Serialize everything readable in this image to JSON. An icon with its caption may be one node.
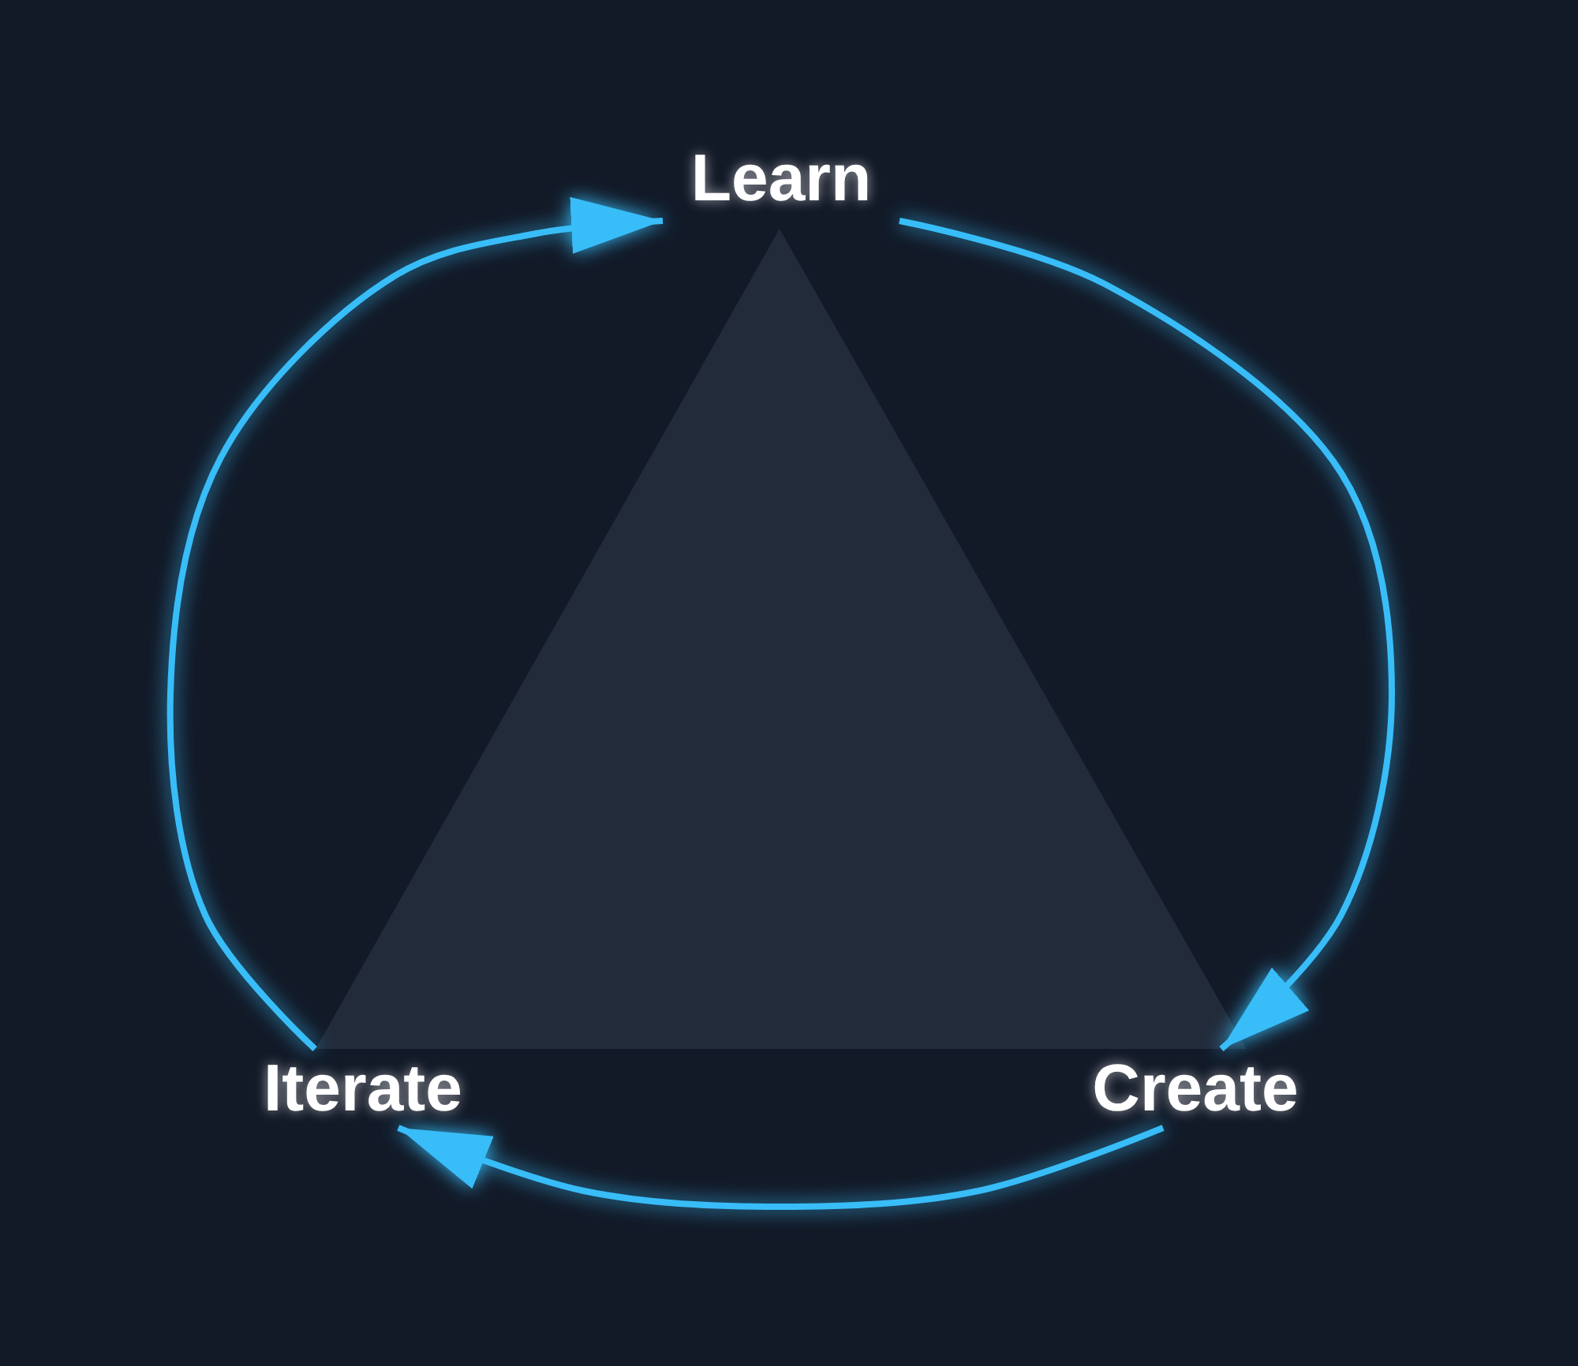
{
  "diagram": {
    "nodes": [
      {
        "text": [
          "Learn"
        ]
      },
      {
        "text": [
          "Create"
        ]
      },
      {
        "text": [
          "Iterate"
        ]
      }
    ],
    "edges": [
      {
        "from": 0,
        "to": 1,
        "arrow": "to"
      },
      {
        "from": 1,
        "to": 2,
        "arrow": "to"
      },
      {
        "from": 2,
        "to": 0,
        "arrow": "to"
      }
    ]
  }
}
